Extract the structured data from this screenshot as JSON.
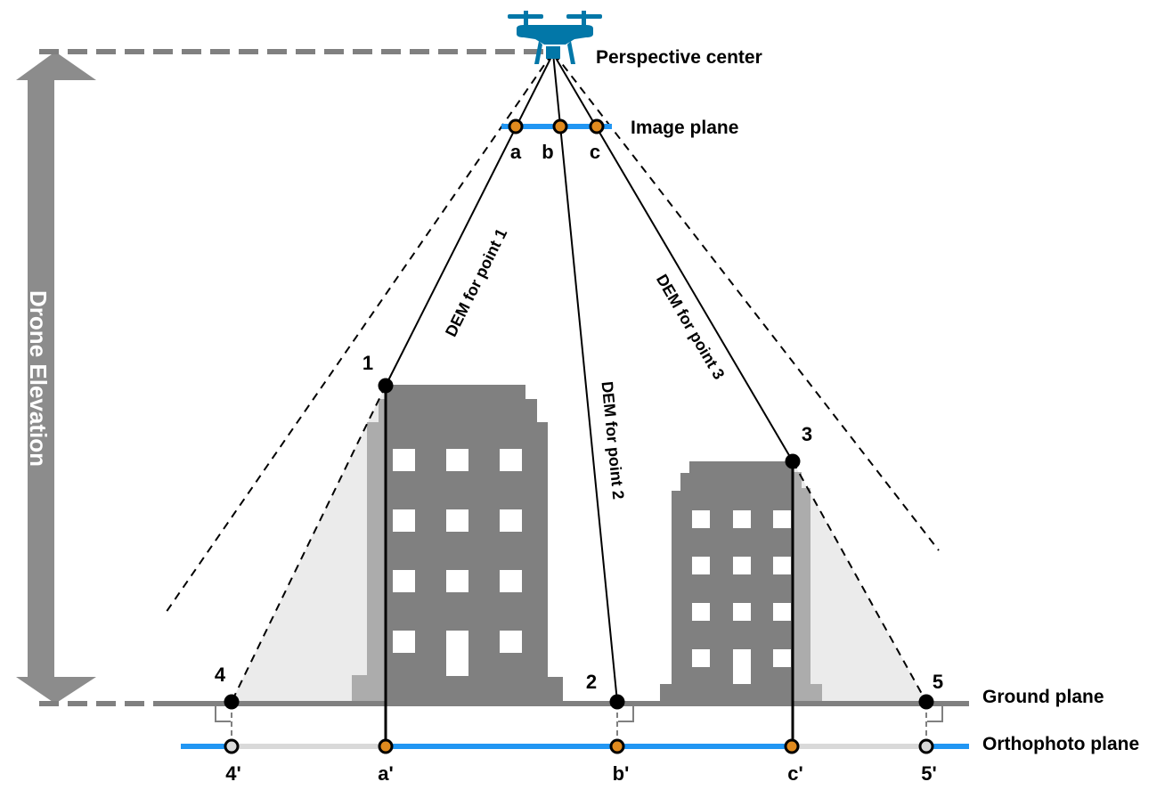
{
  "title": "Drone orthophoto projection geometry",
  "colors": {
    "drone": "#0277a8",
    "image_plane": "#2196f3",
    "orthophoto_plane": "#2196f3",
    "image_point_fill": "#e08a1e",
    "hidden_point_fill": "#d9d9d9",
    "building": "#808080",
    "building_side": "#acacac",
    "shadow": "#ebebeb",
    "ground": "#808080",
    "elevation_arrow": "#8c8c8c"
  },
  "labels": {
    "perspective_center": "Perspective center",
    "image_plane": "Image plane",
    "ground_plane": "Ground plane",
    "orthophoto_plane": "Orthophoto plane",
    "drone_elevation": "Drone Elevation",
    "dem_point_1": "DEM for point 1",
    "dem_point_2": "DEM for point 2",
    "dem_point_3": "DEM for point 3"
  },
  "image_points": [
    "a",
    "b",
    "c"
  ],
  "ground_points": [
    "1",
    "2",
    "3",
    "4",
    "5"
  ],
  "orthophoto_points": [
    "4'",
    "a'",
    "b'",
    "c'",
    "5'"
  ]
}
